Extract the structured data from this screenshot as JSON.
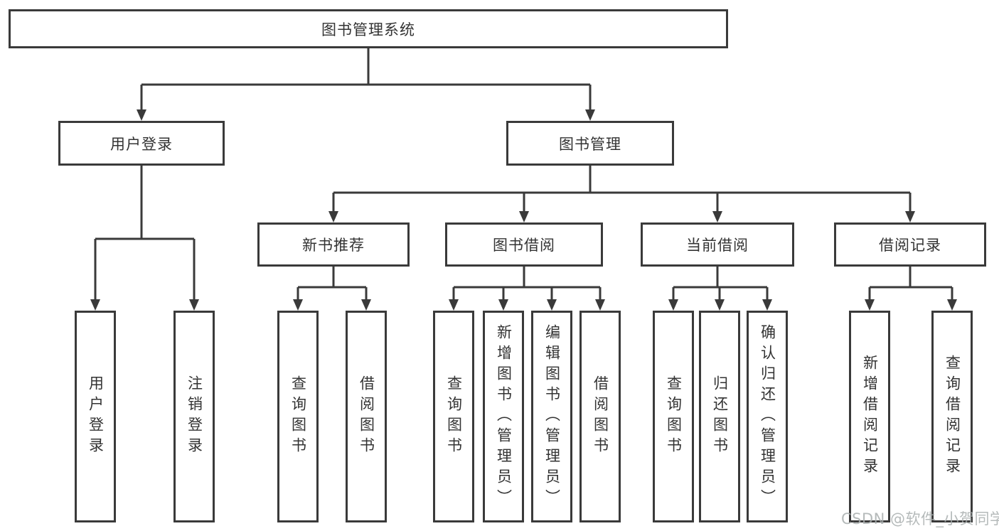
{
  "diagram": {
    "root": {
      "label": "图书管理系统"
    },
    "level2": [
      {
        "label": "用户登录"
      },
      {
        "label": "图书管理"
      }
    ],
    "level3": [
      {
        "label": "新书推荐"
      },
      {
        "label": "图书借阅"
      },
      {
        "label": "当前借阅"
      },
      {
        "label": "借阅记录"
      }
    ],
    "leaves": {
      "user_login": [
        "用户登录",
        "注销登录"
      ],
      "new_book": [
        "查询图书",
        "借阅图书"
      ],
      "borrow": [
        "查询图书",
        "新增图书（管理员）",
        "编辑图书（管理员）",
        "借阅图书"
      ],
      "current": [
        "查询图书",
        "归还图书",
        "确认归还（管理员）"
      ],
      "records": [
        "新增借阅记录",
        "查询借阅记录"
      ]
    }
  },
  "watermark": "CSDN @软件_小贺同学",
  "colors": {
    "line": "#3a3a3a",
    "text": "#333333",
    "background": "#ffffff",
    "watermark_gray": "#a8aeae"
  }
}
